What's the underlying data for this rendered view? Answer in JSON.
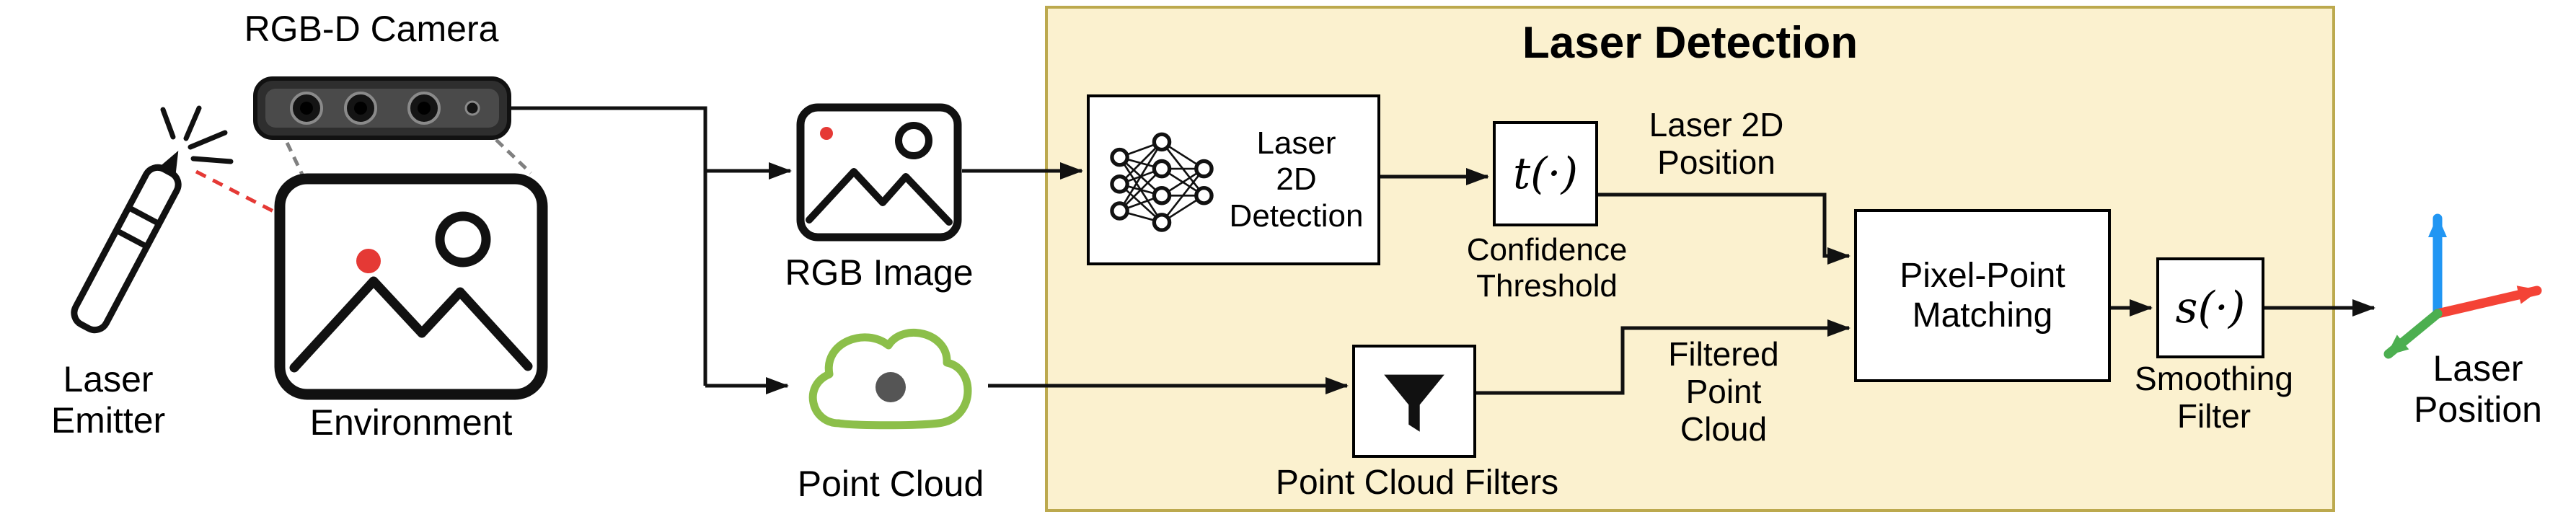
{
  "diagram": {
    "title": "Laser Detection",
    "left": {
      "camera_label": "RGB-D Camera",
      "laser_emitter_label": "Laser\nEmitter",
      "environment_label": "Environment",
      "rgb_image_label": "RGB Image",
      "point_cloud_label": "Point Cloud"
    },
    "pipeline": {
      "laser_2d_detection_label": "Laser\n2D\nDetection",
      "confidence_fn": "t(·)",
      "confidence_threshold_label": "Confidence\nThreshold",
      "laser_2d_position_label": "Laser 2D\nPosition",
      "pixel_point_matching_label": "Pixel-Point\nMatching",
      "smoothing_fn": "s(·)",
      "smoothing_filter_label": "Smoothing\nFilter",
      "point_cloud_filters_label": "Point Cloud Filters",
      "filtered_point_cloud_label": "Filtered\nPoint\nCloud",
      "laser_position_label": "Laser\nPosition"
    },
    "colors": {
      "panel_fill": "#FBF1CF",
      "panel_border": "#BCA94E",
      "line_black": "#111111",
      "cloud_green": "#8CBF4A",
      "laser_red": "#E53935",
      "point_gray": "#555555",
      "axis_x_red": "#F44336",
      "axis_y_green": "#4CAF50",
      "axis_z_blue": "#2196F3",
      "dashed_gray": "#808080"
    },
    "icons": {
      "camera": "rgbd-camera-icon",
      "environment": "environment-image-icon",
      "emitter": "laser-emitter-icon",
      "rgb_image": "rgb-image-icon",
      "point_cloud": "point-cloud-icon",
      "neural_network": "neural-network-icon",
      "funnel": "funnel-filter-icon",
      "axes": "xyz-axes-icon"
    }
  }
}
